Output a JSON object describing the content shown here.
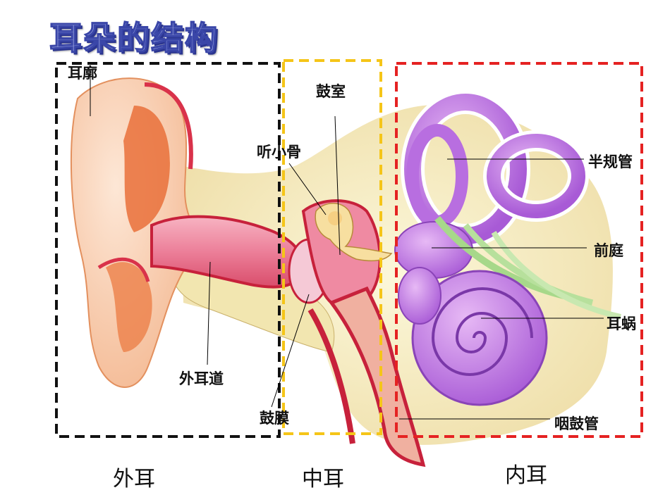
{
  "title": "耳朵的结构",
  "labels": {
    "auricle": "耳廓",
    "ear_canal": "外耳道",
    "tympanic_cavity": "鼓室",
    "ossicles": "听小骨",
    "eardrum": "鼓膜",
    "semicircular_canals": "半规管",
    "vestibule": "前庭",
    "cochlea": "耳蜗",
    "eustachian_tube": "咽鼓管"
  },
  "sections": {
    "outer": "外耳",
    "middle": "中耳",
    "inner": "内耳"
  },
  "colors": {
    "outer_box": "#111111",
    "middle_box": "#f5c518",
    "inner_box": "#e52222",
    "title_fill": "#b9c3f3",
    "title_stroke": "#3a46a8"
  }
}
